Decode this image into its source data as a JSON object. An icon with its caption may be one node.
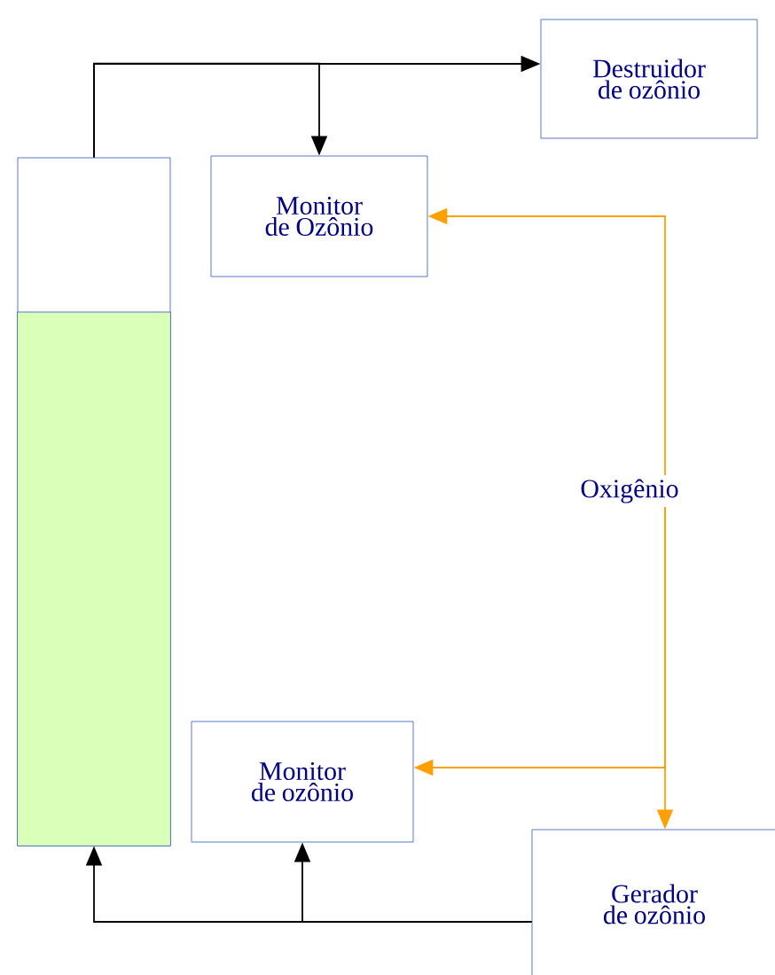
{
  "diagram": {
    "nodes": [
      {
        "text": [
          "Destruidor de ozônio"
        ]
      },
      {
        "text": [
          "Monitor de Ozônio"
        ]
      },
      {
        "text": [],
        "shape": "box"
      },
      {
        "text": [
          "Oxigênio"
        ]
      },
      {
        "text": [
          "Monitor de ozônio"
        ]
      },
      {
        "text": [
          "Gerador de ozônio"
        ]
      }
    ],
    "edges": [
      {
        "from": 2,
        "to": 0,
        "arrow": "to"
      },
      {
        "from": 2,
        "to": 1,
        "arrow": "to"
      },
      {
        "from": 3,
        "to": 1,
        "arrow": "to",
        "color": "#ffa000"
      },
      {
        "from": 3,
        "to": 4,
        "arrow": "to",
        "color": "#ffa000"
      },
      {
        "from": 3,
        "to": 5,
        "arrow": "to",
        "color": "#ffa000"
      },
      {
        "from": 5,
        "to": 2,
        "arrow": "to"
      },
      {
        "from": 5,
        "to": 4,
        "arrow": "to"
      }
    ]
  }
}
